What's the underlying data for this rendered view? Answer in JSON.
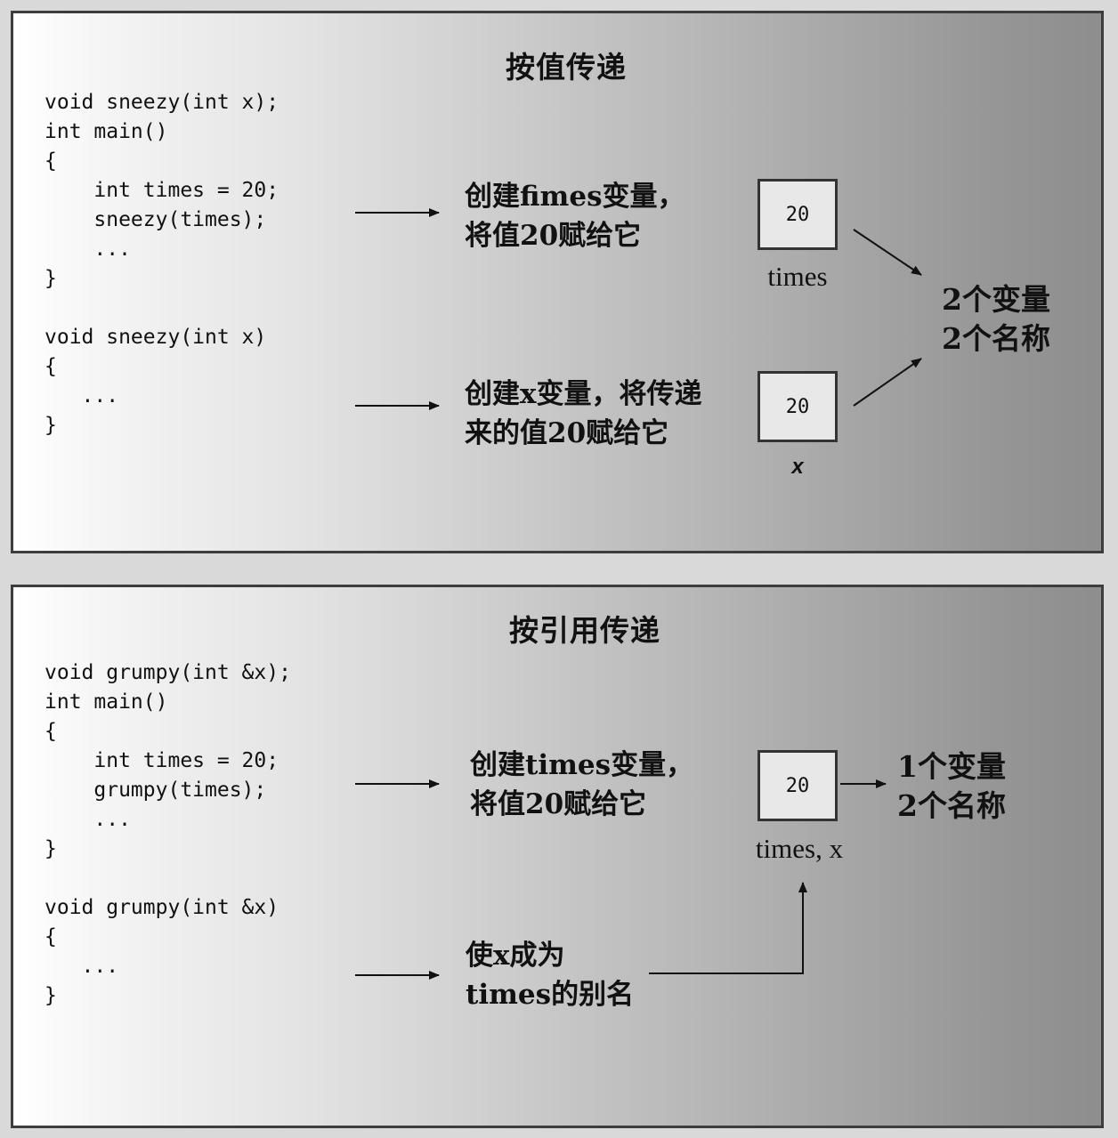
{
  "pass_by_value": {
    "title": "按值传递",
    "code": [
      "void sneezy(int x);",
      "int main()",
      "{",
      "    int times = 20;",
      "    sneezy(times);",
      "    ...",
      "}",
      "",
      "void sneezy(int x)",
      "{",
      "   ...",
      "}"
    ],
    "desc_main": [
      "创建fimes变量，",
      "将值20赋给它"
    ],
    "desc_func": [
      "创建x变量，将传递",
      "来的值20赋给它"
    ],
    "box_times": {
      "value": "20",
      "label": "times"
    },
    "box_x": {
      "value": "20",
      "label": "x"
    },
    "summary": [
      "2个变量",
      "2个名称"
    ]
  },
  "pass_by_reference": {
    "title": "按引用传递",
    "code": [
      "void grumpy(int &x);",
      "int main()",
      "{",
      "    int times = 20;",
      "    grumpy(times);",
      "    ...",
      "}",
      "",
      "void grumpy(int &x)",
      "{",
      "   ...",
      "}"
    ],
    "desc_main": [
      "创建times变量，",
      "将值20赋给它"
    ],
    "desc_func": [
      "使x成为",
      "times的别名"
    ],
    "box": {
      "value": "20",
      "label": "times, x"
    },
    "summary": [
      "1个变量",
      "2个名称"
    ]
  }
}
